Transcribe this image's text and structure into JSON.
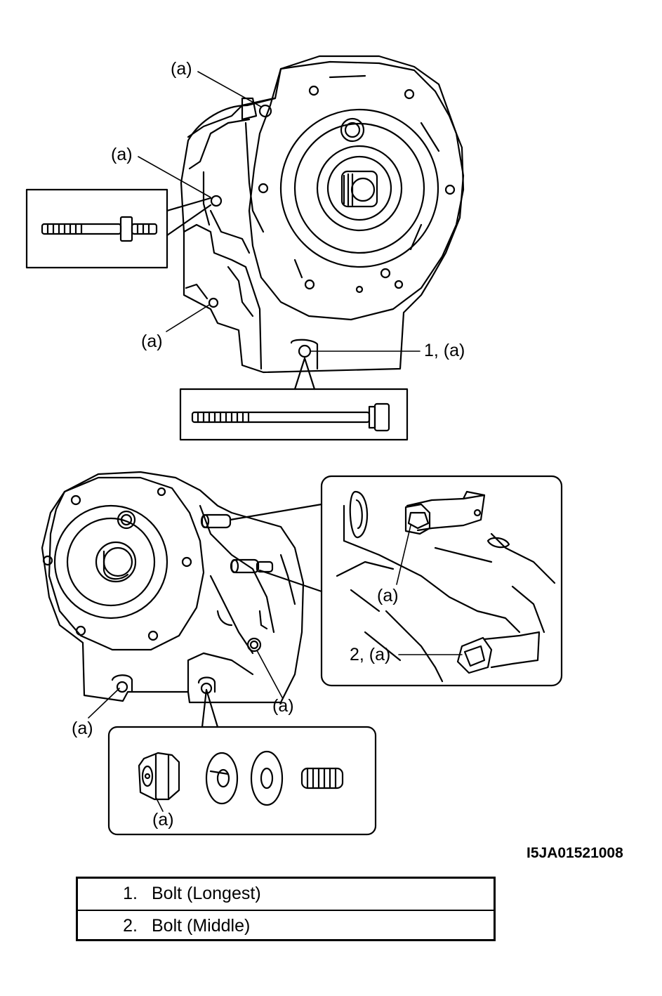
{
  "callouts": {
    "a_top": "(a)",
    "a_left_upper": "(a)",
    "a_left_lower": "(a)",
    "bolt1": "1, (a)",
    "a_inset_right": "(a)",
    "bolt2": "2, (a)",
    "a_bottom_center": "(a)",
    "a_bottom_left": "(a)",
    "a_nut": "(a)"
  },
  "figure_id": "I5JA01521008",
  "legend": [
    {
      "num": "1.",
      "text": "Bolt (Longest)"
    },
    {
      "num": "2.",
      "text": "Bolt (Middle)"
    }
  ]
}
